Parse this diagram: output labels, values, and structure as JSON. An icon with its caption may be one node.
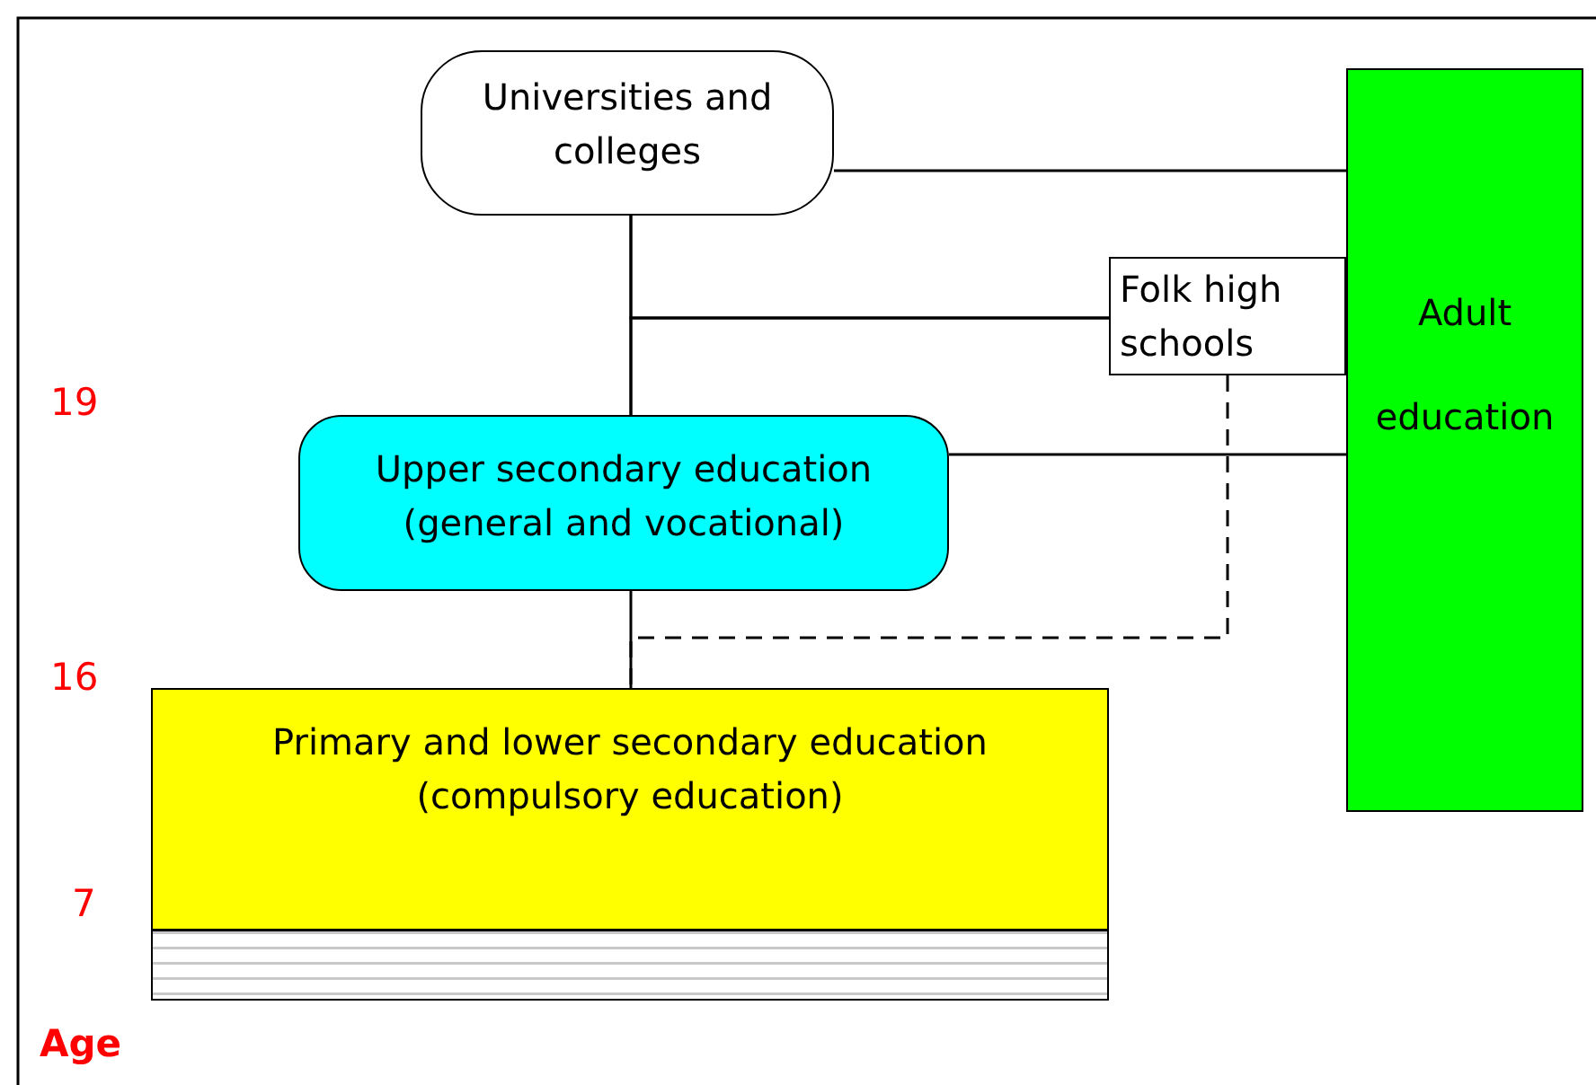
{
  "diagram": {
    "nodes": [
      {
        "text": [
          "Universities and colleges"
        ]
      },
      {
        "text": [
          "Folk high schools"
        ]
      },
      {
        "text": [
          "Adult education"
        ]
      },
      {
        "text": [
          "Upper secondary education (general and vocational)"
        ]
      },
      {
        "text": [
          "Primary and lower secondary education (compulsory education)"
        ]
      }
    ],
    "edges": [
      {
        "from": 0,
        "to": 2,
        "arrow": "none"
      },
      {
        "from": 0,
        "to": 3,
        "arrow": "none"
      },
      {
        "from": 1,
        "to": 0,
        "arrow": "none"
      },
      {
        "from": 1,
        "to": 3,
        "arrow": "none"
      },
      {
        "from": 3,
        "to": 2,
        "arrow": "none"
      },
      {
        "from": 3,
        "to": 4,
        "arrow": "none"
      },
      {
        "from": 1,
        "to": 4,
        "arrow": "none",
        "style": "dashed"
      }
    ],
    "labels": [
      "19",
      "16",
      "7",
      "Age"
    ]
  }
}
